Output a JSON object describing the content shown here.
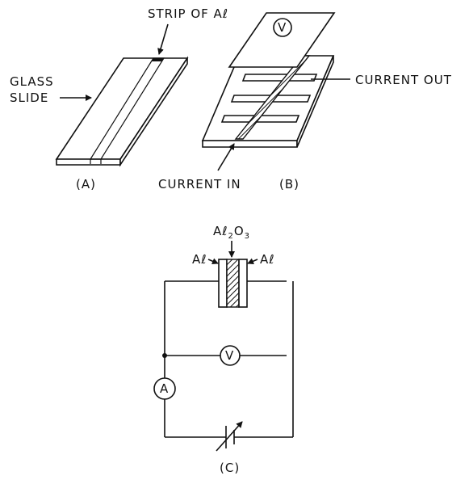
{
  "figure_a": {
    "strip_label": "STRIP OF Aℓ",
    "glass_label_line1": "GLASS",
    "glass_label_line2": "SLIDE",
    "caption": "(A)"
  },
  "figure_b": {
    "voltmeter_symbol": "V",
    "current_out_label": "CURRENT OUT",
    "current_in_label": "CURRENT IN",
    "caption": "(B)"
  },
  "figure_c": {
    "oxide_label_main": "Aℓ",
    "oxide_label_sub": "2",
    "oxide_label_o": "O",
    "oxide_label_sub2": "3",
    "left_electrode_label": "Aℓ",
    "right_electrode_label": "Aℓ",
    "voltmeter_symbol": "V",
    "ammeter_symbol": "A",
    "caption": "(C)"
  }
}
